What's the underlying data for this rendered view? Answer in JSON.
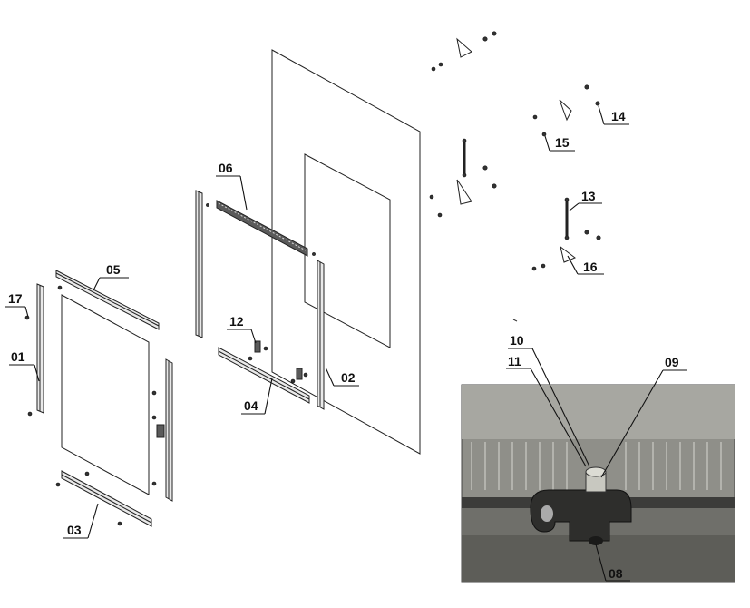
{
  "diagram": {
    "part_labels": {
      "p01": "01",
      "p02": "02",
      "p03": "03",
      "p04": "04",
      "p05": "05",
      "p06": "06",
      "p08": "08",
      "p09": "09",
      "p10": "10",
      "p11": "11",
      "p12": "12",
      "p13": "13",
      "p14": "14",
      "p15": "15",
      "p16": "16",
      "p17": "17"
    },
    "colors": {
      "line": "#222222",
      "photo_bg": "#8b8b85",
      "photo_frame": "#3e3e3e"
    }
  }
}
